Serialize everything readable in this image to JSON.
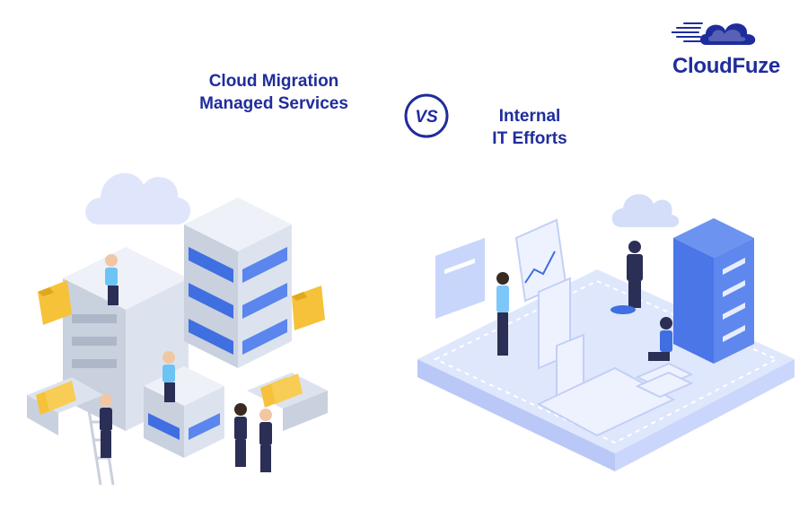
{
  "left_title_line1": "Cloud Migration",
  "left_title_line2": "Managed Services",
  "right_title_line1": "Internal",
  "right_title_line2": "IT Efforts",
  "vs_text": "VS",
  "brand_name": "CloudFuze",
  "colors": {
    "brand_navy": "#1f2d9c",
    "server_blue": "#3f6fe0",
    "server_gray": "#dde3ee",
    "platform_blue": "#c9d5fb",
    "folder_yellow": "#f6c23a"
  },
  "icons": [
    "cloudfuze-logo-icon",
    "vs-badge-icon",
    "cloud-icon",
    "server-rack-icon",
    "folder-icon"
  ]
}
